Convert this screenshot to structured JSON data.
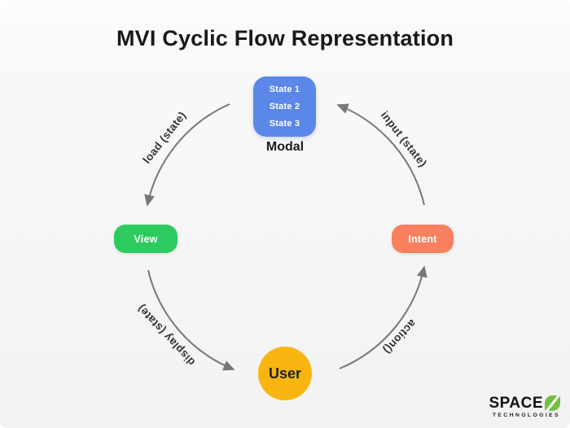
{
  "title": "MVI Cyclic Flow Representation",
  "diagram": {
    "nodes": {
      "modal": {
        "caption": "Modal",
        "states": [
          "State 1",
          "State 2",
          "State 3"
        ],
        "color": "#5b87e8"
      },
      "view": {
        "label": "View",
        "color": "#2dcb5f"
      },
      "intent": {
        "label": "Intent",
        "color": "#f8805f"
      },
      "user": {
        "label": "User",
        "color": "#f8b512"
      }
    },
    "edges": {
      "modal_to_view": {
        "label": "load (state)"
      },
      "view_to_user": {
        "label": "display (state)"
      },
      "user_to_intent": {
        "label": "action()"
      },
      "intent_to_modal": {
        "label": "input (state)"
      }
    },
    "arrow_color": "#777777"
  },
  "footer": {
    "brand": "SPACE",
    "brand_sub": "TECHNOLOGIES",
    "logo_icon": "leaf-slash-icon",
    "logo_green": "#72bf44"
  }
}
